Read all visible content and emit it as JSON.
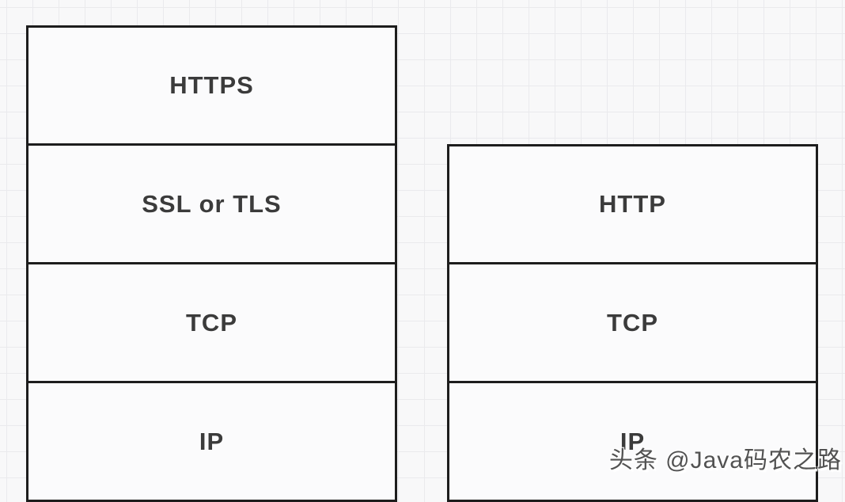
{
  "diagram": {
    "stacks": {
      "left": {
        "layers": [
          "HTTPS",
          "SSL or TLS",
          "TCP",
          "IP"
        ]
      },
      "right": {
        "layers": [
          "HTTP",
          "TCP",
          "IP"
        ]
      }
    },
    "watermark": "头条 @Java码农之路",
    "colors": {
      "background": "#f8f8f9",
      "grid_line": "#eaeaed",
      "box_fill": "#fbfbfc",
      "box_border": "#1d1d1d",
      "label_text": "#3b3b3b",
      "watermark_text": "#525252"
    }
  }
}
